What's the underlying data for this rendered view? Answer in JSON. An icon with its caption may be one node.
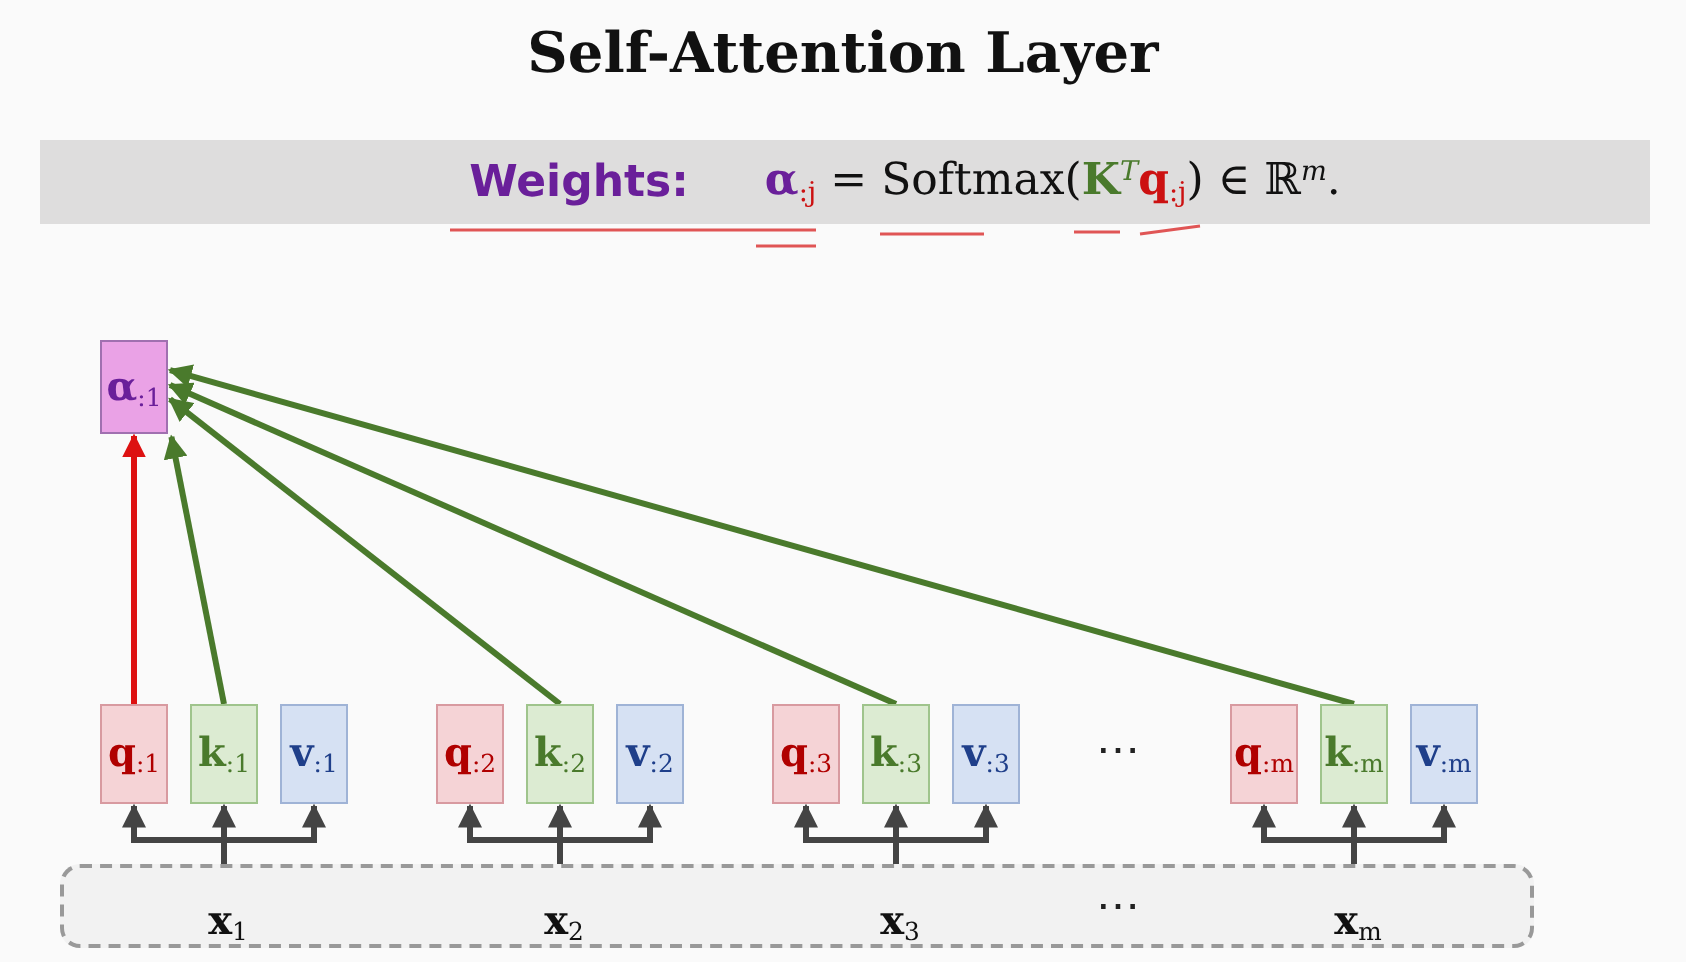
{
  "diagram": {
    "title": "Self-Attention Layer",
    "nodes": [
      {
        "text": [
          "Weights:",
          "**α**$_{:j}$ = Softmax(**K**$^{T}$**q**$_{:j}$) ∈ ℝ$^{m}$."
        ]
      },
      {
        "text": [
          "**α**$_{:1}$"
        ]
      },
      {
        "text": [
          "**q**$_{:1}$"
        ]
      },
      {
        "text": [
          "**k**$_{:1}$"
        ]
      },
      {
        "text": [
          "**v**$_{:1}$"
        ]
      },
      {
        "text": [
          "**q**$_{:2}$"
        ]
      },
      {
        "text": [
          "**k**$_{:2}$"
        ]
      },
      {
        "text": [
          "**v**$_{:2}$"
        ]
      },
      {
        "text": [
          "**q**$_{:3}$"
        ]
      },
      {
        "text": [
          "**k**$_{:3}$"
        ]
      },
      {
        "text": [
          "**v**$_{:3}$"
        ]
      },
      {
        "text": [
          "**q**$_{:m}$"
        ]
      },
      {
        "text": [
          "**k**$_{:m}$"
        ]
      },
      {
        "text": [
          "**v**$_{:m}$"
        ]
      },
      {
        "text": [],
        "shape": "box"
      },
      {
        "text": [
          "**x**$_{1}$"
        ],
        "in": 14
      },
      {
        "text": [
          "**x**$_{2}$"
        ],
        "in": 14
      },
      {
        "text": [
          "**x**$_{3}$"
        ],
        "in": 14
      },
      {
        "text": [
          "**x**$_{m}$"
        ],
        "in": 14
      }
    ],
    "edges": [
      {
        "from": 15,
        "to": 2,
        "arrow": "to"
      },
      {
        "from": 15,
        "to": 3,
        "arrow": "to"
      },
      {
        "from": 15,
        "to": 4,
        "arrow": "to"
      },
      {
        "from": 16,
        "to": 5,
        "arrow": "to"
      },
      {
        "from": 16,
        "to": 6,
        "arrow": "to"
      },
      {
        "from": 16,
        "to": 7,
        "arrow": "to"
      },
      {
        "from": 17,
        "to": 8,
        "arrow": "to"
      },
      {
        "from": 17,
        "to": 9,
        "arrow": "to"
      },
      {
        "from": 17,
        "to": 10,
        "arrow": "to"
      },
      {
        "from": 18,
        "to": 11,
        "arrow": "to"
      },
      {
        "from": 18,
        "to": 12,
        "arrow": "to"
      },
      {
        "from": 18,
        "to": 13,
        "arrow": "to"
      },
      {
        "from": 2,
        "to": 1,
        "arrow": "to",
        "color": "#dd1111"
      },
      {
        "from": 3,
        "to": 1,
        "arrow": "to",
        "color": "#4a7a2c"
      },
      {
        "from": 6,
        "to": 1,
        "arrow": "to",
        "color": "#4a7a2c"
      },
      {
        "from": 9,
        "to": 1,
        "arrow": "to",
        "color": "#4a7a2c"
      },
      {
        "from": 12,
        "to": 1,
        "arrow": "to",
        "color": "#4a7a2c"
      }
    ],
    "labels": [
      "⋯",
      "⋯"
    ]
  }
}
